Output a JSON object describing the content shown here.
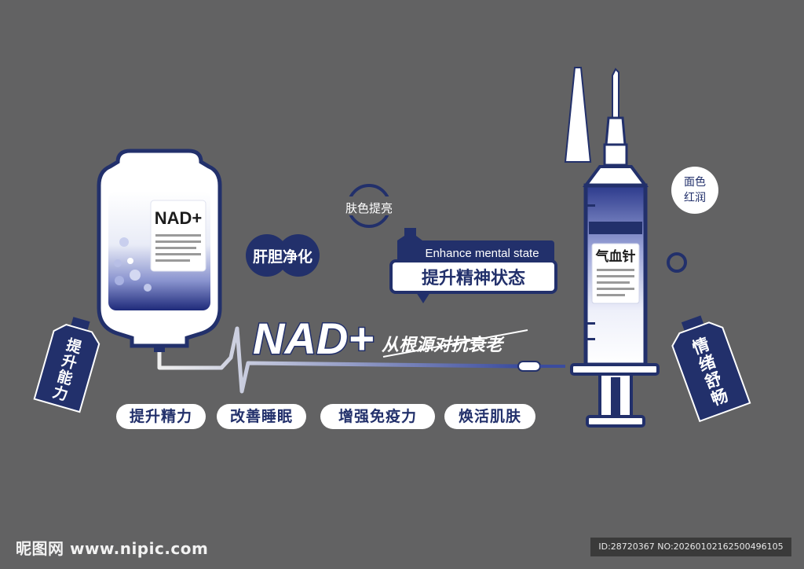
{
  "bag": {
    "label": "NAD+"
  },
  "badges": {
    "liver": "肝胆净化",
    "skin": "肤色提亮",
    "face_line1": "面色",
    "face_line2": "红润"
  },
  "callout": {
    "en": "Enhance mental state",
    "cn": "提升精神状态"
  },
  "headline": {
    "big": "NAD+",
    "sub": "从根源对抗衰老"
  },
  "syringe": {
    "label": "气血针"
  },
  "vials": {
    "left": "提升能力",
    "right": "情绪舒畅"
  },
  "pills": [
    "提升精力",
    "改善睡眠",
    "增强免疫力",
    "焕活肌肤"
  ],
  "watermark": {
    "left": "昵图网 www.nipic.com",
    "right": "ID:28720367 NO:20260102162500496105"
  },
  "colors": {
    "navy": "#22306b",
    "blue": "#3b4c9e",
    "background": "#626263"
  }
}
